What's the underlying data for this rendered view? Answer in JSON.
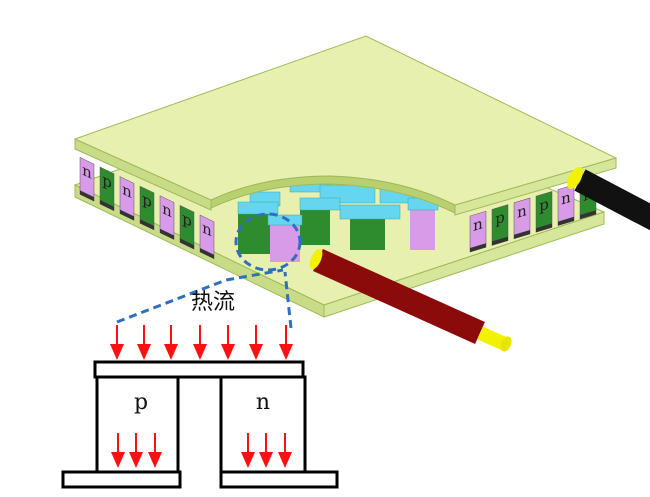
{
  "heat_flow_label": "热流",
  "p_label": "p",
  "n_label": "n",
  "left_row_legs": [
    "n",
    "p",
    "n",
    "p",
    "n",
    "p",
    "n"
  ],
  "right_row_legs": [
    "n",
    "p",
    "n",
    "p",
    "n",
    "p"
  ],
  "colors": {
    "plate": "#e8f0b0",
    "plate_edge": "#b8d070",
    "n_leg": "#d89be8",
    "p_leg": "#2e8b2e",
    "cap": "#66d6f0",
    "red_wire": "#8b0a0a",
    "black_wire": "#111111",
    "wire_tip": "#f2f200",
    "arrow": "#ff1010",
    "dash": "#2f6fc0"
  }
}
